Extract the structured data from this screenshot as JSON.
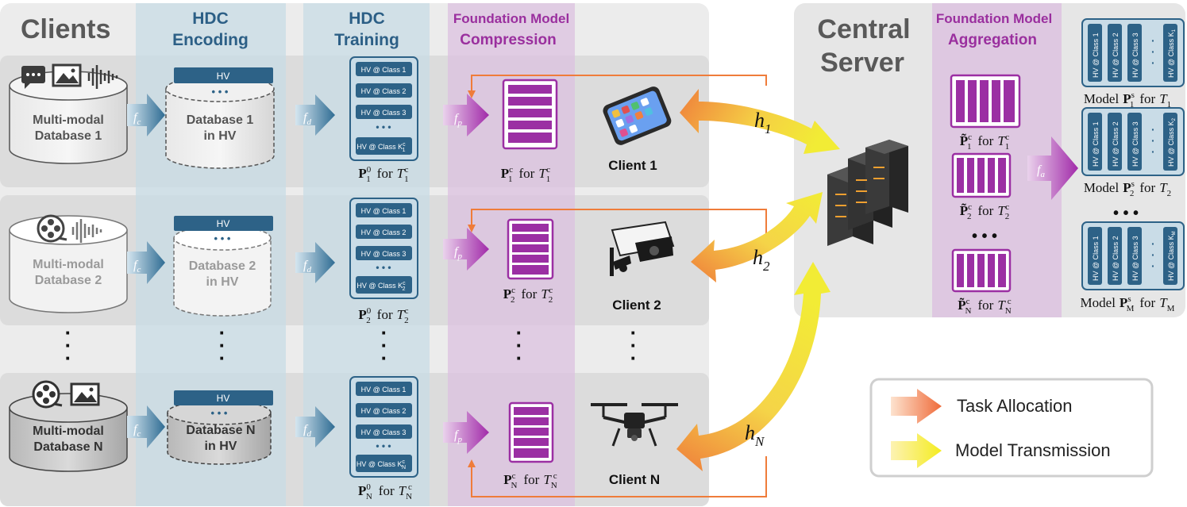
{
  "columns": {
    "clients": "Clients",
    "hdc_encoding": [
      "HDC",
      "Encoding"
    ],
    "hdc_training": [
      "HDC",
      "Training"
    ],
    "fm_compression": [
      "Foundation Model",
      "Compression"
    ],
    "central_server": [
      "Central",
      "Server"
    ],
    "fm_aggregation": [
      "Foundation Model",
      "Aggregation"
    ]
  },
  "functions": {
    "fc": "f",
    "fc_sub": "c",
    "fd": "f",
    "fd_sub": "d",
    "fp": "f",
    "fp_sub": "p",
    "fa": "f",
    "fa_sub": "a"
  },
  "hv_label": "HV",
  "ellipsis": "• • •",
  "rows": [
    {
      "db": [
        "Multi-modal",
        "Database 1"
      ],
      "hv_db": [
        "Database 1",
        "in HV"
      ],
      "classes": [
        "HV @ Class 1",
        "HV @ Class 2",
        "HV @ Class 3"
      ],
      "last_class": "HV @ Class K",
      "last_class_sup": "c",
      "last_class_sub": "1",
      "p0": {
        "P": "P",
        "sup": "0",
        "sub": "1",
        "for": "for",
        "T": "T",
        "tsub": "1",
        "tsup": "c"
      },
      "pc": {
        "P": "P",
        "sup": "c",
        "sub": "1",
        "for": "for",
        "T": "T",
        "tsub": "1",
        "tsup": "c"
      },
      "client": "Client 1",
      "h": "h",
      "h_sub": "1"
    },
    {
      "db": [
        "Multi-modal",
        "Database 2"
      ],
      "hv_db": [
        "Database 2",
        "in HV"
      ],
      "classes": [
        "HV @ Class 1",
        "HV @ Class 2",
        "HV @ Class 3"
      ],
      "last_class": "HV @ Class K",
      "last_class_sup": "c",
      "last_class_sub": "2",
      "p0": {
        "P": "P",
        "sup": "0",
        "sub": "2",
        "for": "for",
        "T": "T",
        "tsub": "2",
        "tsup": "c"
      },
      "pc": {
        "P": "P",
        "sup": "c",
        "sub": "2",
        "for": "for",
        "T": "T",
        "tsub": "2",
        "tsup": "c"
      },
      "client": "Client 2",
      "h": "h",
      "h_sub": "2"
    },
    {
      "db": [
        "Multi-modal",
        "Database N"
      ],
      "hv_db": [
        "Database N",
        "in HV"
      ],
      "classes": [
        "HV @ Class 1",
        "HV @ Class 2",
        "HV @ Class 3"
      ],
      "last_class": "HV @ Class K",
      "last_class_sup": "c",
      "last_class_sub": "N",
      "p0": {
        "P": "P",
        "sup": "0",
        "sub": "N",
        "for": "for",
        "T": "T",
        "tsub": "N",
        "tsup": "c"
      },
      "pc": {
        "P": "P",
        "sup": "c",
        "sub": "N",
        "for": "for",
        "T": "T",
        "tsub": "N",
        "tsup": "c"
      },
      "client": "Client N",
      "h": "h",
      "h_sub": "N"
    }
  ],
  "aggregation": [
    {
      "P": "P̃",
      "sup": "c",
      "sub": "1",
      "for": "for",
      "T": "T",
      "tsub": "1",
      "tsup": "c"
    },
    {
      "P": "P̃",
      "sup": "c",
      "sub": "2",
      "for": "for",
      "T": "T",
      "tsub": "2",
      "tsup": "c"
    },
    {
      "P": "P̃",
      "sup": "c",
      "sub": "N",
      "for": "for",
      "T": "T",
      "tsub": "N",
      "tsup": "c"
    }
  ],
  "server_models": [
    {
      "model": "Model",
      "P": "P",
      "sup": "s",
      "sub": "1",
      "for": "for",
      "T": "T",
      "tsub": "1",
      "classes": [
        "HV @ Class 1",
        "HV @ Class 2",
        "HV @ Class 3",
        "HV @ Class K"
      ],
      "ksub": "1"
    },
    {
      "model": "Model",
      "P": "P",
      "sup": "s",
      "sub": "2",
      "for": "for",
      "T": "T",
      "tsub": "2",
      "classes": [
        "HV @ Class 1",
        "HV @ Class 2",
        "HV @ Class 3",
        "HV @ Class K"
      ],
      "ksub": "2"
    },
    {
      "model": "Model",
      "P": "P",
      "sup": "s",
      "sub": "M",
      "for": "for",
      "T": "T",
      "tsub": "M",
      "classes": [
        "HV @ Class 1",
        "HV @ Class 2",
        "HV @ Class 3",
        "HV @ Class K"
      ],
      "ksub": "M"
    }
  ],
  "legend": {
    "task_allocation": "Task Allocation",
    "model_transmission": "Model Transmission"
  },
  "colors": {
    "hdc_blue": "#2d6287",
    "purple": "#9b2fa3",
    "orange": "#ef7c3a",
    "yellow": "#f3ea3c",
    "column_blue": "#c5dbe6",
    "column_purple": "#dcc3e0"
  }
}
